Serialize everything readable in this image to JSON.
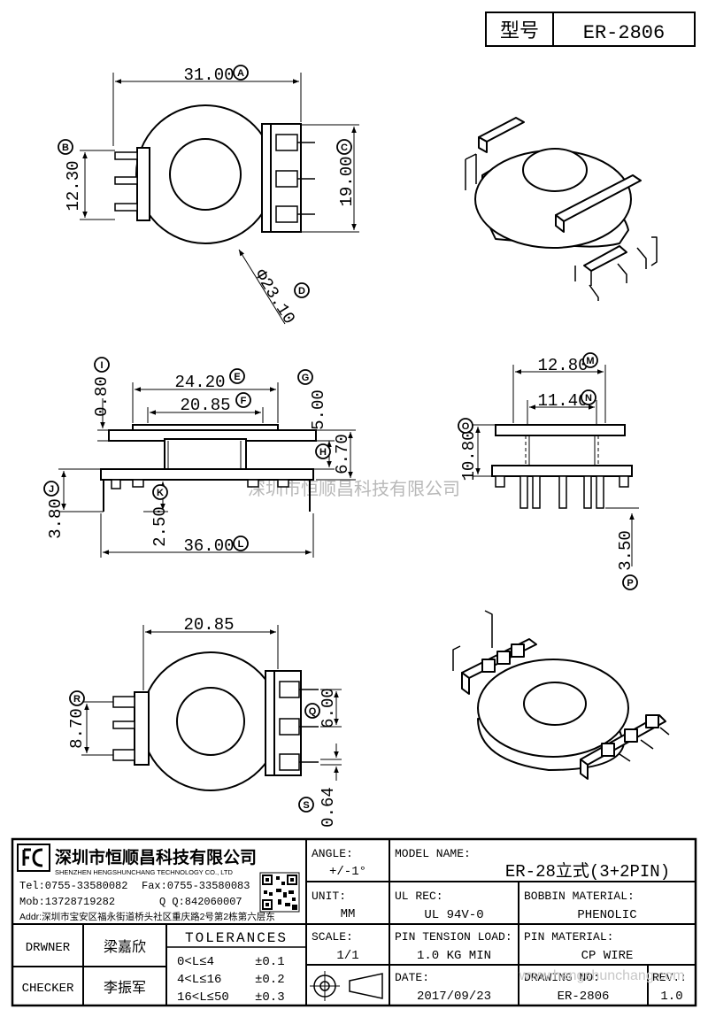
{
  "header": {
    "label": "型号",
    "model": "ER-2806"
  },
  "dims": {
    "A": "31.00",
    "B": "12.30",
    "C": "19.00",
    "D": "Φ23.10",
    "E": "24.20",
    "F": "20.85",
    "G": "5.00",
    "H": "6.70",
    "I": "0.80",
    "J": "3.80",
    "K": "2.50",
    "L": "36.00",
    "M": "12.80",
    "N": "11.40",
    "O": "10.80",
    "P": "3.50",
    "top": "20.85",
    "Q": "6.00",
    "R": "8.70",
    "S": "0.64"
  },
  "balloons": [
    "A",
    "B",
    "C",
    "D",
    "E",
    "F",
    "G",
    "H",
    "I",
    "J",
    "K",
    "L",
    "M",
    "N",
    "O",
    "P",
    "Q",
    "R",
    "S"
  ],
  "watermark": {
    "center": "深圳市恒顺昌科技有限公司",
    "bottom": "www.hengshunchang.com"
  },
  "company": {
    "name_cn": "深圳市恒顺昌科技有限公司",
    "name_en": "SHENZHEN HENGSHUNCHANG TECHNOLOGY CO., LTD",
    "tel": "Tel:0755-33580082",
    "fax": "Fax:0755-33580083",
    "mob": "Mob:13728719282",
    "qq": "Q Q:842060007",
    "addr": "Addr:深圳市宝安区福永街道桥头社区重庆路2号第2栋第六层东"
  },
  "people": {
    "drawer_label": "DRWNER",
    "drawer": "梁嘉欣",
    "checker_label": "CHECKER",
    "checker": "李振军"
  },
  "tolerances": {
    "title": "TOLERANCES",
    "rows": [
      {
        "range": "0<L≤4",
        "tol": "±0.1"
      },
      {
        "range": "4<L≤16",
        "tol": "±0.2"
      },
      {
        "range": "16<L≤50",
        "tol": "±0.3"
      }
    ]
  },
  "angle": {
    "label": "ANGLE:",
    "value": "+/-1°"
  },
  "unit": {
    "label": "UNIT:",
    "value": "MM"
  },
  "scale": {
    "label": "SCALE:",
    "value": "1/1"
  },
  "model_name": {
    "label": "MODEL NAME:",
    "value": "ER-28立式(3+2PIN)"
  },
  "ul_rec": {
    "label": "UL REC:",
    "value": "UL 94V-0"
  },
  "bobbin_material": {
    "label": "BOBBIN MATERIAL:",
    "value": "PHENOLIC"
  },
  "pin_tension": {
    "label": "PIN TENSION LOAD:",
    "value": "1.0 KG MIN"
  },
  "pin_material": {
    "label": "PIN MATERIAL:",
    "value": "CP WIRE"
  },
  "date": {
    "label": "DATE:",
    "value": "2017/09/23"
  },
  "drawing_no": {
    "label": "DRAWING NO:",
    "value": "ER-2806"
  },
  "rev": {
    "label": "REV.:",
    "value": "1.0"
  }
}
